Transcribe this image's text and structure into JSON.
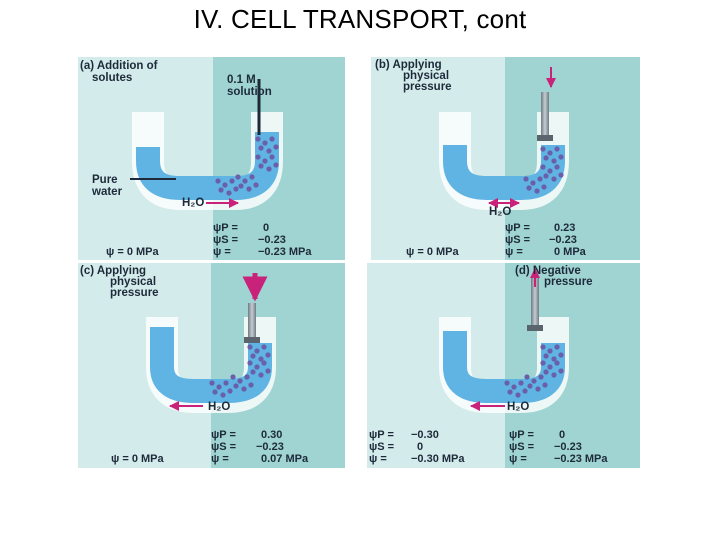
{
  "slide": {
    "title": "IV.  CELL TRANSPORT, cont"
  },
  "panels": {
    "a": {
      "label_1": "(a) Addition of",
      "label_2": "solutes",
      "solution_1": "0.1 M",
      "solution_2": "solution",
      "pure_1": "Pure",
      "pure_2": "water",
      "h2o": "H₂O",
      "left_psi": "ψ = 0 MPa",
      "psi_p_label": "ψP =",
      "psi_p_value": "0",
      "psi_s_label": "ψS =",
      "psi_s_value": "−0.23",
      "psi_label": "ψ  =",
      "psi_value": "−0.23 MPa"
    },
    "b": {
      "label_1": "(b) Applying",
      "label_2": "physical",
      "label_3": "pressure",
      "h2o": "H₂O",
      "left_psi": "ψ = 0 MPa",
      "psi_p_label": "ψP =",
      "psi_p_value": "0.23",
      "psi_s_label": "ψS =",
      "psi_s_value": "−0.23",
      "psi_label": "ψ  =",
      "psi_value": "0 MPa"
    },
    "c": {
      "label_1": "(c) Applying",
      "label_2": "physical",
      "label_3": "pressure",
      "h2o": "H₂O",
      "left_psi": "ψ = 0 MPa",
      "psi_p_label": "ψP =",
      "psi_p_value": "0.30",
      "psi_s_label": "ψS =",
      "psi_s_value": "−0.23",
      "psi_label": "ψ  =",
      "psi_value": "0.07 MPa"
    },
    "d": {
      "label_1": "(d) Negative",
      "label_2": "pressure",
      "h2o": "H₂O",
      "l_psi_p_label": "ψP =",
      "l_psi_p_value": "−0.30",
      "l_psi_s_label": "ψS =",
      "l_psi_s_value": "0",
      "l_psi_label": "ψ  =",
      "l_psi_value": "−0.30 MPa",
      "psi_p_label": "ψP =",
      "psi_p_value": "0",
      "psi_s_label": "ψS =",
      "psi_s_value": "−0.23",
      "psi_label": "ψ  =",
      "psi_value": "−0.23 MPa"
    }
  },
  "colors": {
    "left_bg": "#d3ebea",
    "right_bg": "#9fd4d2",
    "water": "#5fb4e3",
    "solute": "#6a5fa8",
    "arrow": "#c8227a"
  }
}
